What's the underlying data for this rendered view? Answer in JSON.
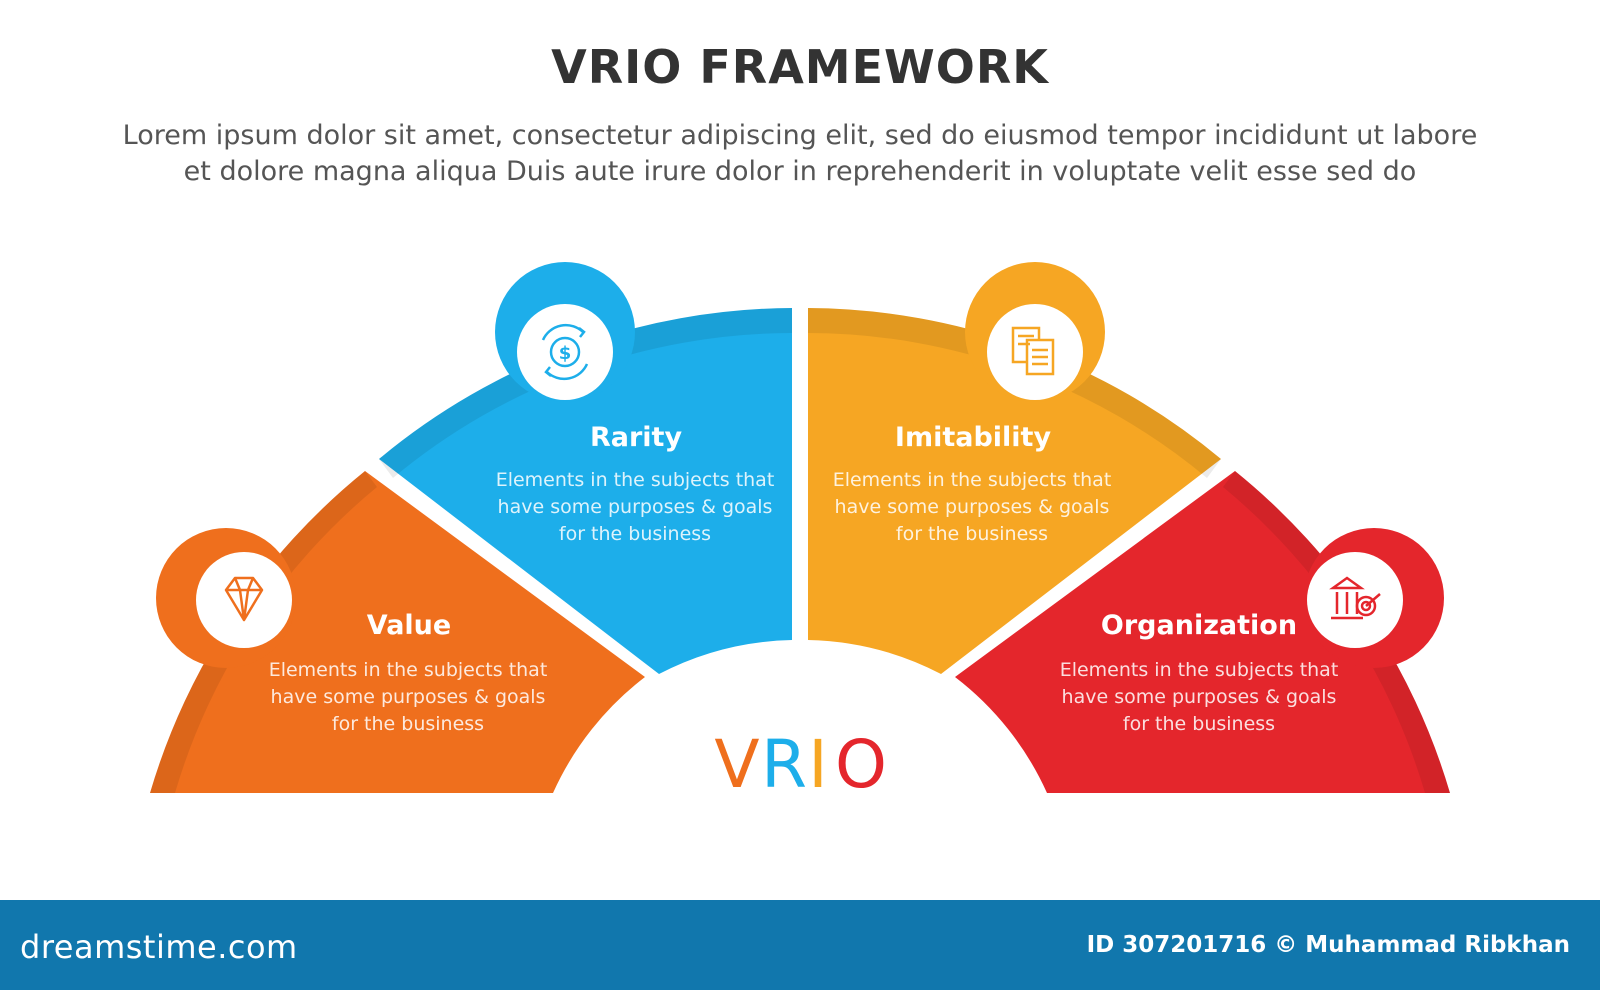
{
  "header": {
    "title": "VRIO FRAMEWORK",
    "subtitle_line1": "Lorem ipsum dolor sit amet, consectetur adipiscing elit, sed do eiusmod tempor incididunt ut labore",
    "subtitle_line2": "et dolore magna aliqua Duis aute irure dolor in reprehenderit in voluptate velit esse sed do"
  },
  "segments": [
    {
      "title": "Value",
      "desc_line1": "Elements in the subjects that",
      "desc_line2": "have  some purposes & goals",
      "desc_line3": "for the  business",
      "icon": "diamond-icon",
      "color": "#ef6f1d"
    },
    {
      "title": "Rarity",
      "desc_line1": "Elements in the subjects that",
      "desc_line2": "have  some purposes & goals",
      "desc_line3": "for the  business",
      "icon": "dollar-cycle-icon",
      "color": "#1daeea"
    },
    {
      "title": "Imitability",
      "desc_line1": "Elements in the subjects that",
      "desc_line2": "have  some purposes & goals",
      "desc_line3": "for the  business",
      "icon": "documents-icon",
      "color": "#f6a623"
    },
    {
      "title": "Organization",
      "desc_line1": "Elements in the subjects that",
      "desc_line2": "have  some purposes & goals",
      "desc_line3": "for the  business",
      "icon": "bank-target-icon",
      "color": "#e4262c"
    }
  ],
  "center": {
    "letter_v": "V",
    "letter_r": "R",
    "letter_i": "I",
    "letter_o": "O"
  },
  "footer": {
    "logo": "dreamstime.com",
    "credit": "ID 307201716 © Muhammad Ribkhan"
  }
}
